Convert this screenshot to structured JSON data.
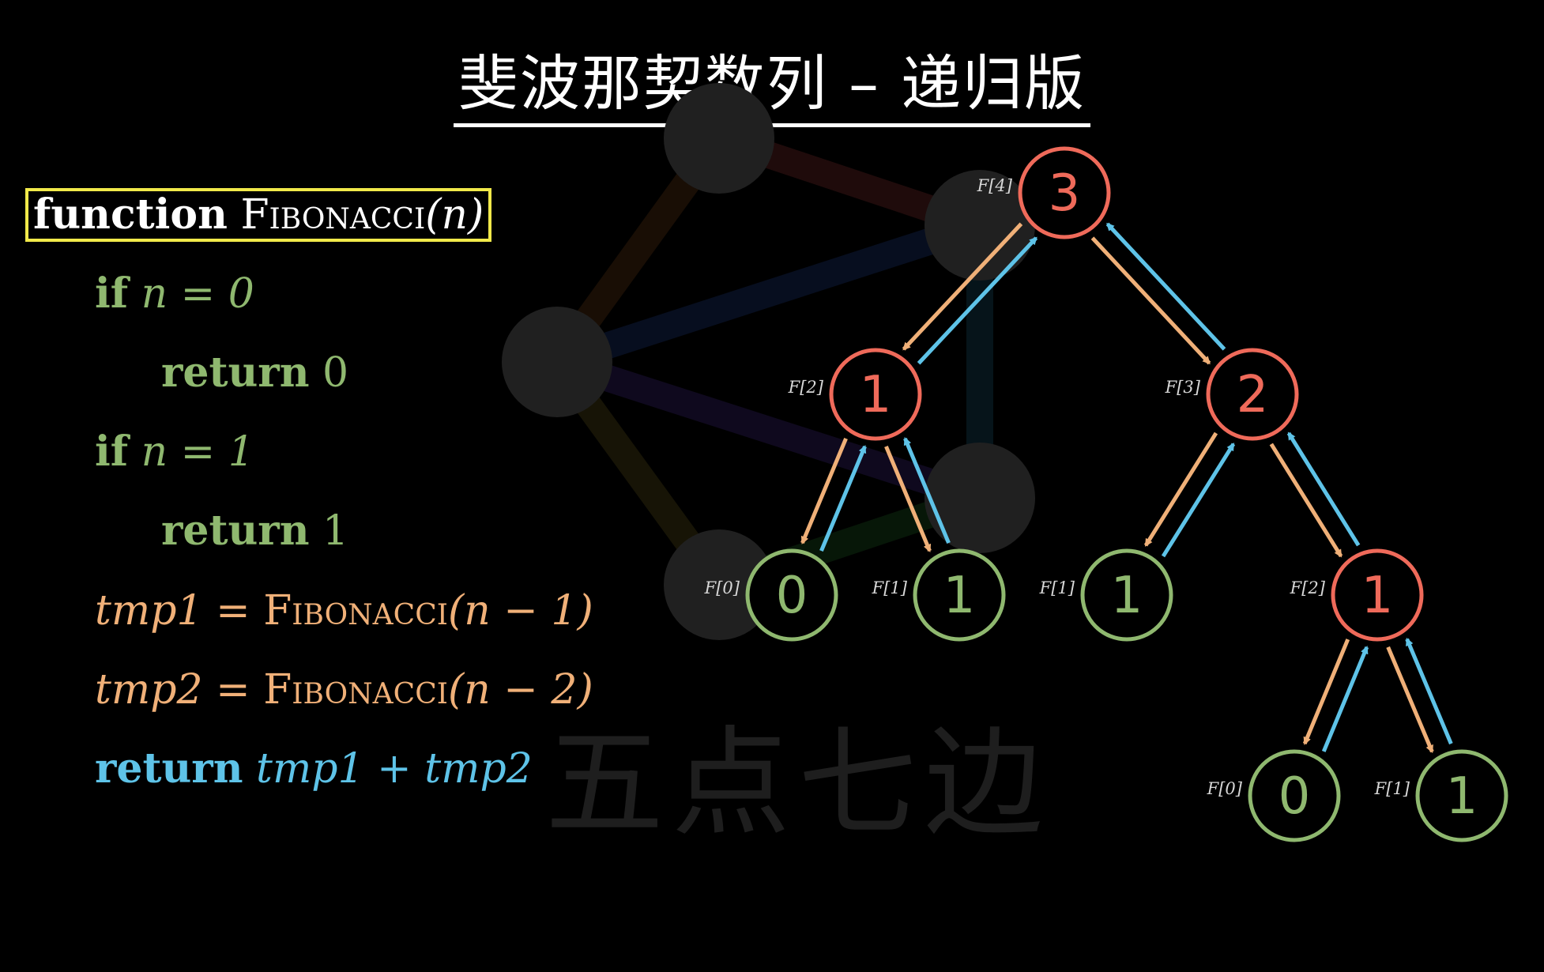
{
  "title": "斐波那契数列 – 递归版",
  "code": {
    "line1": {
      "kw": "function",
      "name": "Fibonacci",
      "args": "(n)"
    },
    "line2": {
      "kw": "if",
      "expr": "n = 0"
    },
    "line3": {
      "kw": "return",
      "expr": "0"
    },
    "line4": {
      "kw": "if",
      "expr": "n = 1"
    },
    "line5": {
      "kw": "return",
      "expr": "1"
    },
    "line6": {
      "var": "tmp1",
      "eq": " = ",
      "name": "Fibonacci",
      "args": "(n − 1)"
    },
    "line7": {
      "var": "tmp2",
      "eq": " = ",
      "name": "Fibonacci",
      "args": "(n − 2)"
    },
    "line8": {
      "kw": "return",
      "expr": "tmp1 + tmp2"
    }
  },
  "watermark": "五点七边",
  "colors": {
    "internal_node": "#ef6a5a",
    "leaf_node": "#8fb86f",
    "call_arrow": "#f0b078",
    "return_arrow": "#5ec3e8",
    "highlight": "#f1e94a"
  },
  "tree": {
    "nodes": [
      {
        "id": "n1",
        "label": "F[4]",
        "value": "3",
        "kind": "internal"
      },
      {
        "id": "n2",
        "label": "F[2]",
        "value": "1",
        "kind": "internal"
      },
      {
        "id": "n3",
        "label": "F[3]",
        "value": "2",
        "kind": "internal"
      },
      {
        "id": "n4",
        "label": "F[0]",
        "value": "0",
        "kind": "leaf"
      },
      {
        "id": "n5",
        "label": "F[1]",
        "value": "1",
        "kind": "leaf"
      },
      {
        "id": "n6",
        "label": "F[1]",
        "value": "1",
        "kind": "leaf"
      },
      {
        "id": "n7",
        "label": "F[2]",
        "value": "1",
        "kind": "internal"
      },
      {
        "id": "n8",
        "label": "F[0]",
        "value": "0",
        "kind": "leaf"
      },
      {
        "id": "n9",
        "label": "F[1]",
        "value": "1",
        "kind": "leaf"
      }
    ],
    "edges": [
      {
        "from": "n1",
        "to": "n2"
      },
      {
        "from": "n1",
        "to": "n3"
      },
      {
        "from": "n2",
        "to": "n4"
      },
      {
        "from": "n2",
        "to": "n5"
      },
      {
        "from": "n3",
        "to": "n6"
      },
      {
        "from": "n3",
        "to": "n7"
      },
      {
        "from": "n7",
        "to": "n8"
      },
      {
        "from": "n7",
        "to": "n9"
      }
    ]
  }
}
